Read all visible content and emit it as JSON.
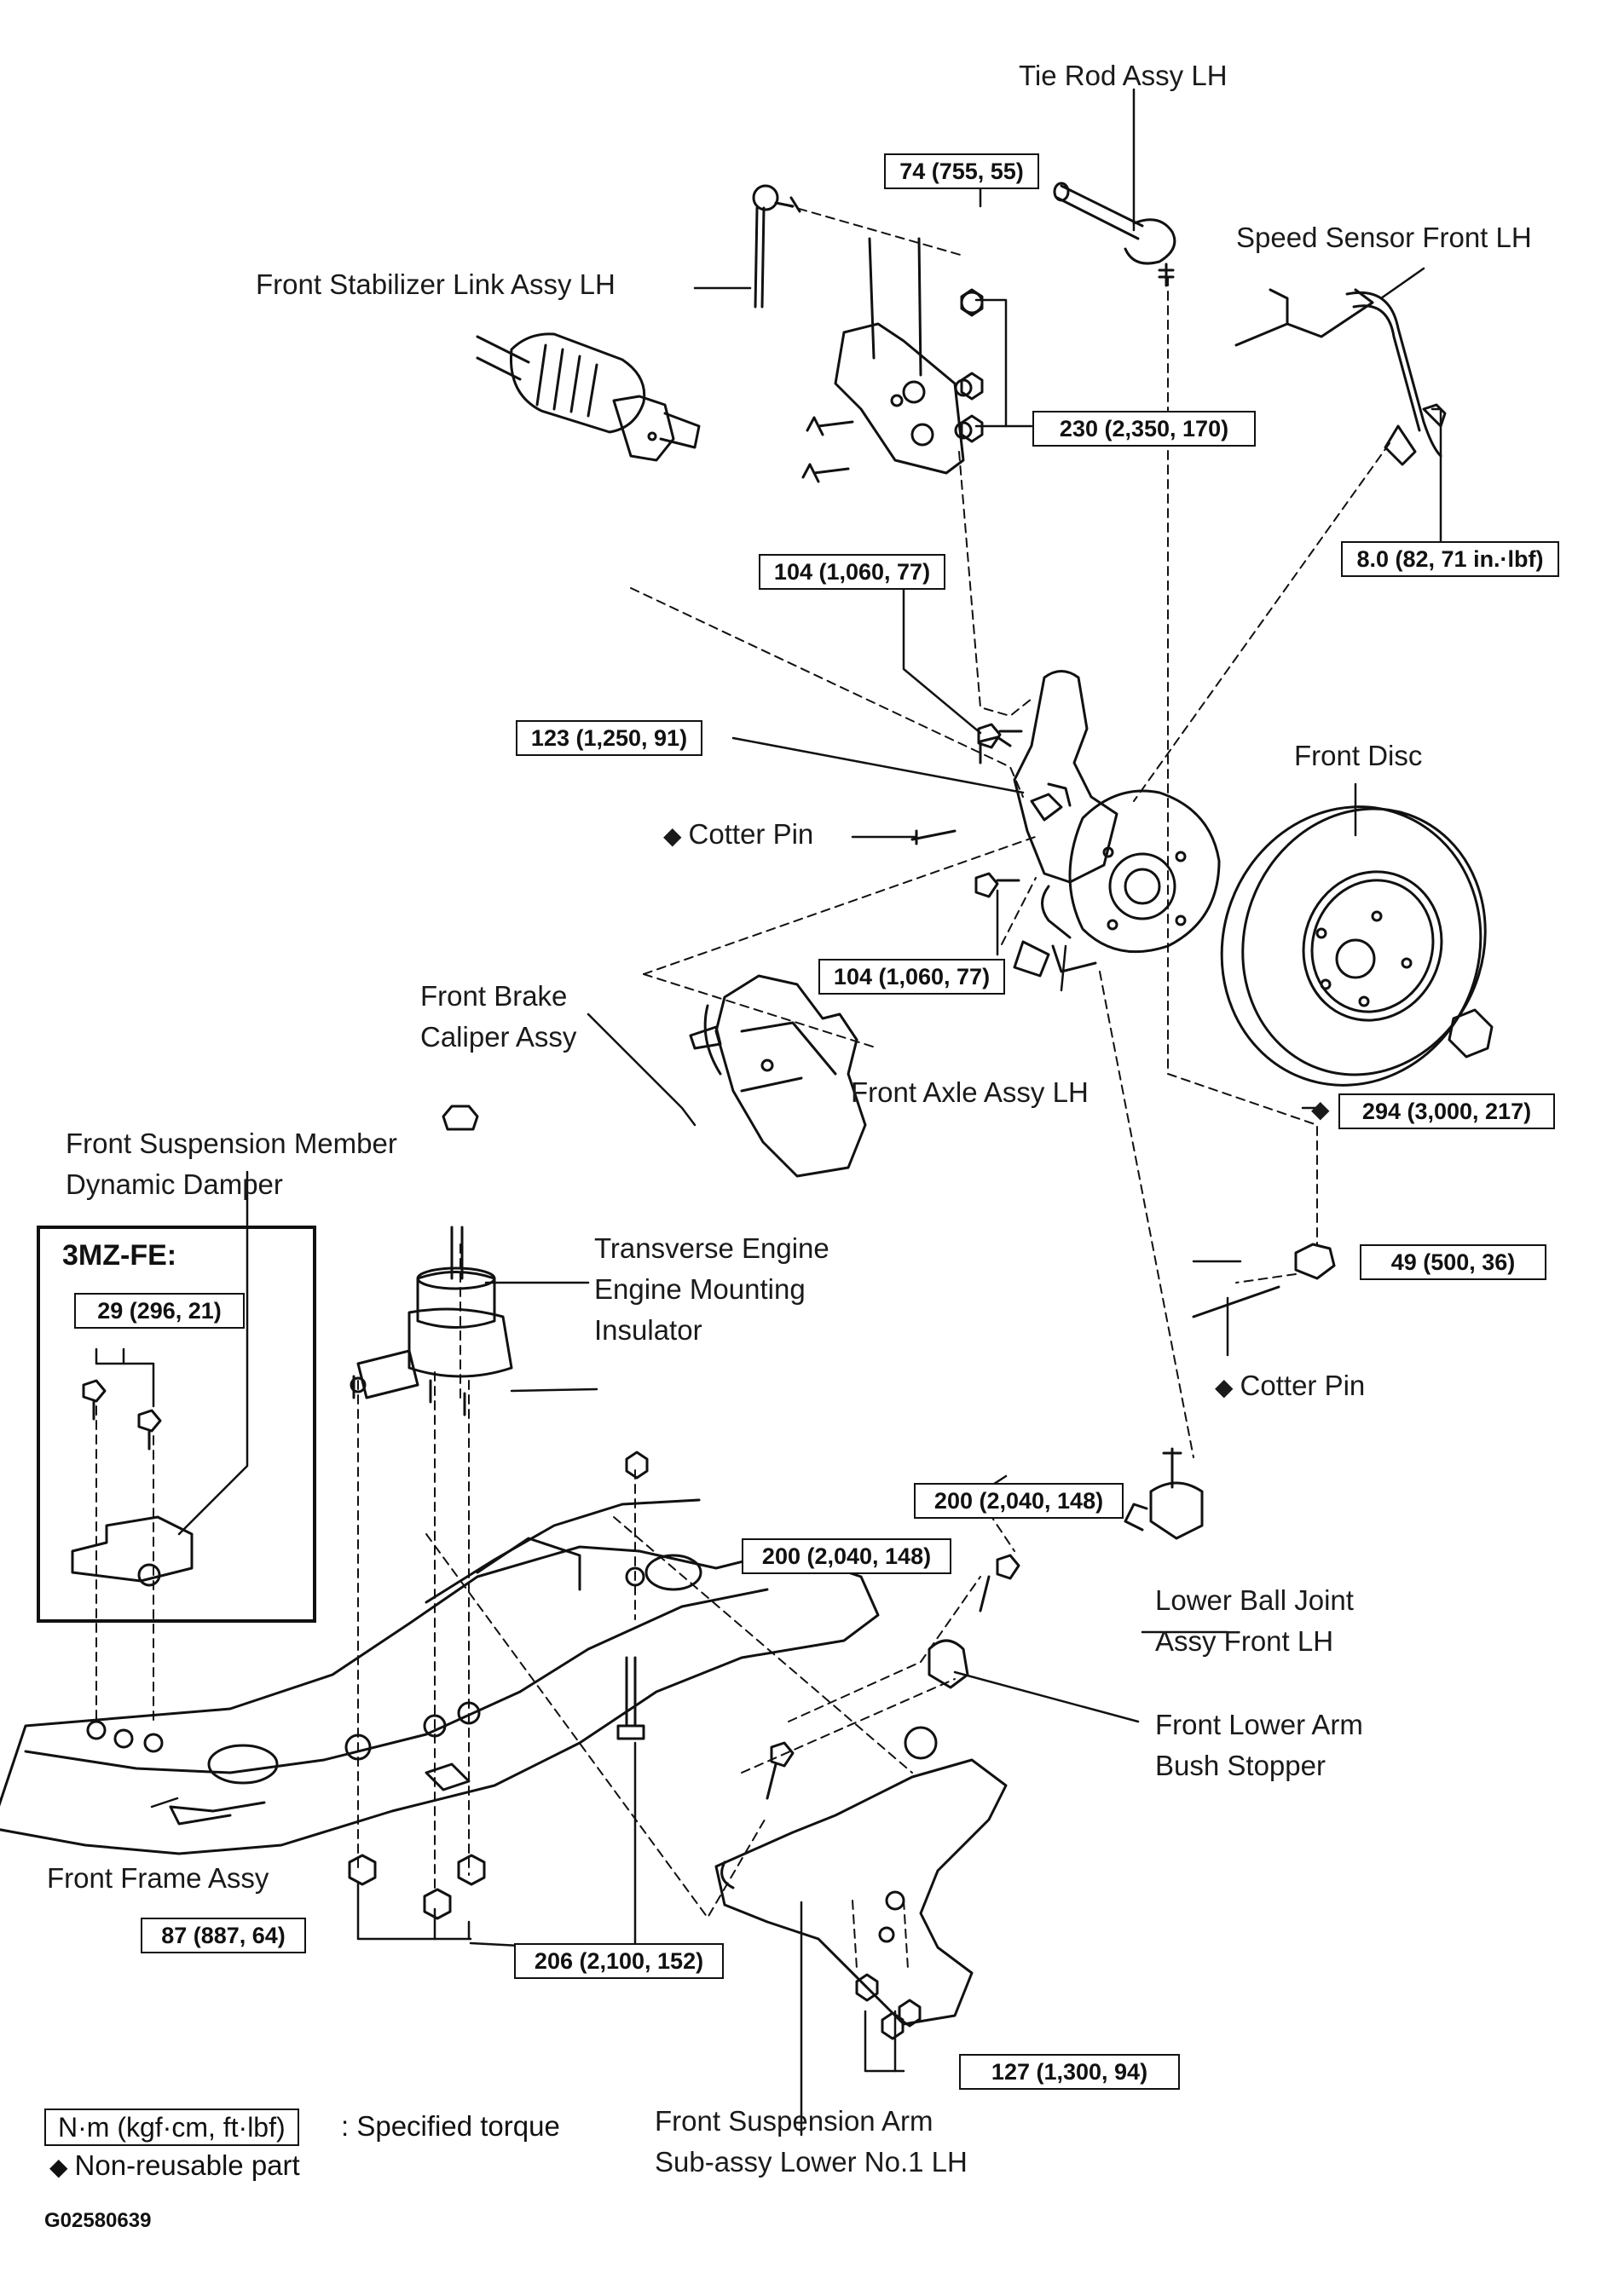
{
  "labels": {
    "tie_rod": "Tie Rod Assy LH",
    "speed_sensor": "Speed Sensor Front LH",
    "stabilizer_link": "Front Stabilizer Link Assy LH",
    "front_disc": "Front Disc",
    "cotter_pin_upper": "Cotter Pin",
    "brake_caliper_1": "Front Brake",
    "brake_caliper_2": "Caliper Assy",
    "front_axle": "Front Axle Assy LH",
    "dynamic_damper_1": "Front Suspension Member",
    "dynamic_damper_2": "Dynamic Damper",
    "engine_mount_1": "Transverse Engine",
    "engine_mount_2": "Engine Mounting",
    "engine_mount_3": "Insulator",
    "cotter_pin_lower": "Cotter Pin",
    "lower_ball_joint_1": "Lower Ball Joint",
    "lower_ball_joint_2": "Assy Front LH",
    "bush_stopper_1": "Front Lower Arm",
    "bush_stopper_2": "Bush Stopper",
    "front_frame": "Front Frame Assy",
    "lower_arm_1": "Front Suspension Arm",
    "lower_arm_2": "Sub-assy Lower No.1 LH"
  },
  "torques": {
    "t_74": "74 (755, 55)",
    "t_230": "230 (2,350, 170)",
    "t_8": "8.0 (82, 71 in.·lbf)",
    "t_104_upper": "104 (1,060, 77)",
    "t_123": "123 (1,250, 91)",
    "t_104_lower": "104 (1,060, 77)",
    "t_294": "294 (3,000, 217)",
    "t_49": "49 (500, 36)",
    "t_29": "29 (296, 21)",
    "t_200_right": "200 (2,040, 148)",
    "t_200_left": "200 (2,040, 148)",
    "t_87": "87 (887, 64)",
    "t_206": "206 (2,100, 152)",
    "t_127": "127 (1,300, 94)"
  },
  "engine_variant": "3MZ-FE:",
  "non_reusable_symbol": "◆",
  "legend": {
    "unit_box": "N·m (kgf·cm, ft·lbf)",
    "unit_text": ": Specified torque",
    "non_reusable_text": "Non-reusable part"
  },
  "figure_code": "G02580639",
  "colors": {
    "line": "#111111",
    "background": "#ffffff"
  }
}
